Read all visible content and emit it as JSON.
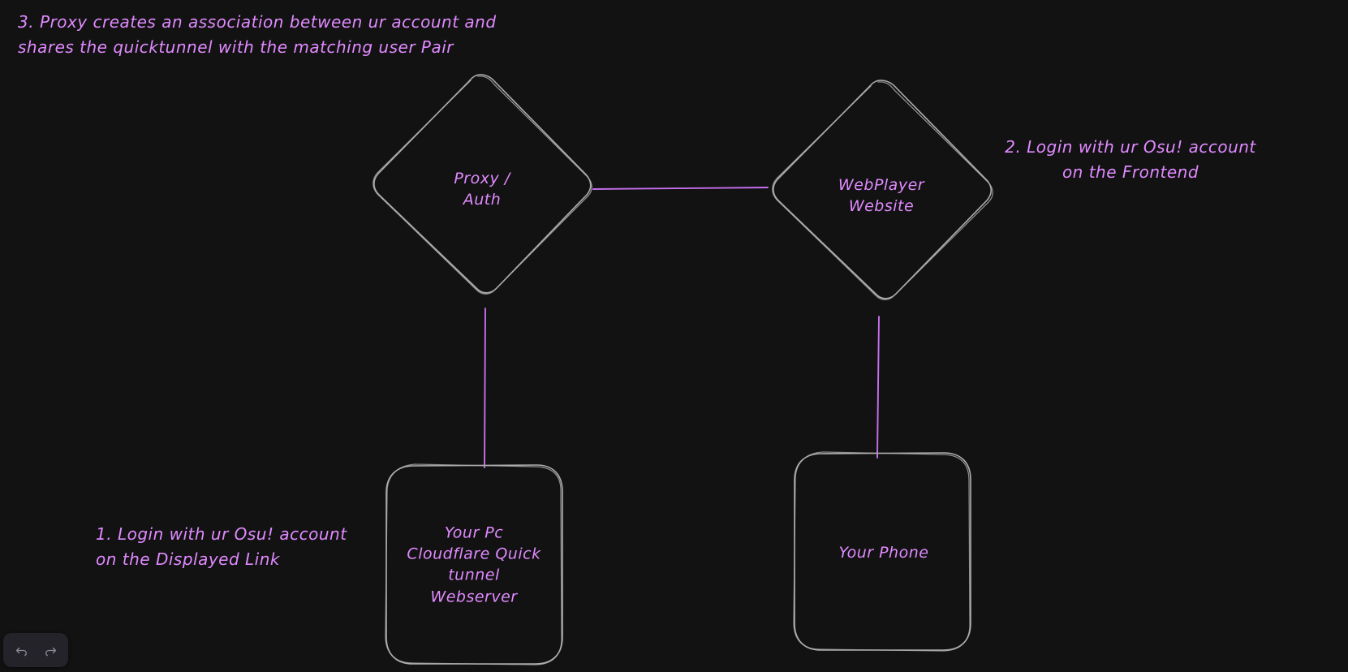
{
  "app": {
    "background_color": "#121212",
    "stroke_color": "#adadad",
    "connector_color": "#c770f0",
    "text_color": "#e08aff"
  },
  "nodes": [
    {
      "id": "proxy-auth",
      "shape": "diamond",
      "label": "Proxy /\nAuth"
    },
    {
      "id": "webplayer",
      "shape": "diamond",
      "label": "WebPlayer\nWebsite"
    },
    {
      "id": "your-pc",
      "shape": "rectangle",
      "label": "Your Pc\nCloudflare Quick\ntunnel\nWebserver"
    },
    {
      "id": "your-phone",
      "shape": "rectangle",
      "label": "Your Phone"
    }
  ],
  "annotations": [
    {
      "id": "step-3",
      "text": "3. Proxy creates an association between ur account and\n shares the quicktunnel with the matching user Pair"
    },
    {
      "id": "step-2",
      "text": "2. Login with ur Osu! account\non the Frontend"
    },
    {
      "id": "step-1",
      "text": "1. Login with ur Osu! account\non the Displayed Link"
    }
  ],
  "connectors": [
    {
      "id": "proxy-to-webplayer",
      "from": "proxy-auth",
      "to": "webplayer",
      "orientation": "horizontal"
    },
    {
      "id": "proxy-to-pc",
      "from": "proxy-auth",
      "to": "your-pc",
      "orientation": "vertical"
    },
    {
      "id": "webplayer-to-phone",
      "from": "webplayer",
      "to": "your-phone",
      "orientation": "vertical"
    }
  ],
  "toolbar": {
    "undo_label": "undo-icon",
    "redo_label": "redo-icon"
  }
}
